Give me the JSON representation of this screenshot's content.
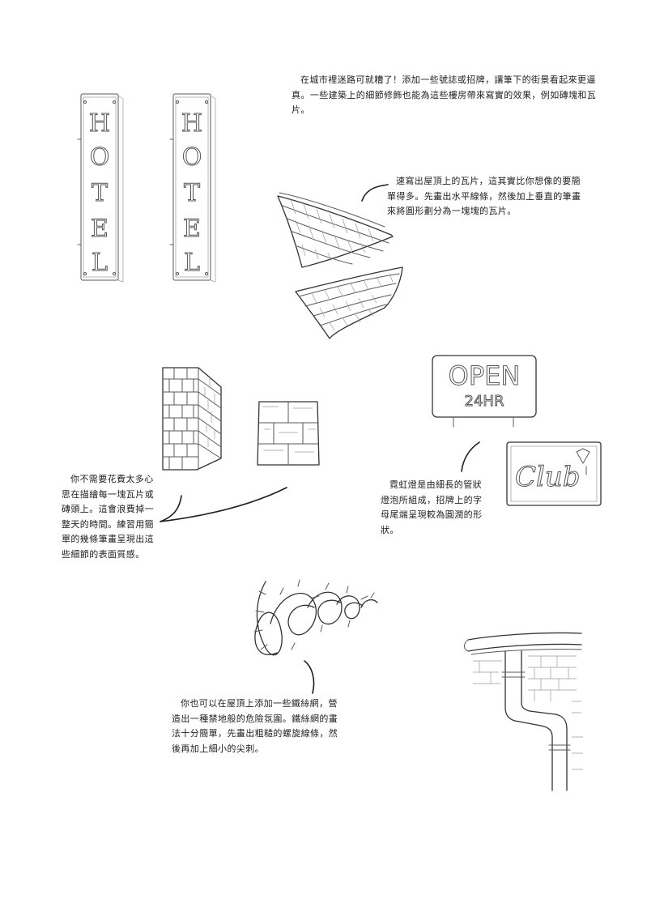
{
  "captions": {
    "intro": "在城市裡迷路可就糟了！添加一些號誌或招牌，讓筆下的街景看起來更逼真。一些建築上的細節修飾也能為這些樓房帶來寫實的效果，例如磚塊和瓦片。",
    "tiles": "速寫出屋頂上的瓦片，這其實比你想像的要簡單得多。先畫出水平線條，然後加上垂直的筆畫來將圓形劃分為一塊塊的瓦片。",
    "bricks": "你不需要花費太多心思在描繪每一塊瓦片或磚頭上。這會浪費掉一整天的時間。練習用簡單的幾條筆畫呈現出這些細節的表面質感。",
    "neon": "霓虹燈是由細長的管狀燈泡所組成，招牌上的字母尾端呈現較為圓潤的形狀。",
    "wire": "你也可以在屋頂上添加一些鐵絲網，營造出一種禁地般的危險氛圍。鐵絲網的畫法十分簡單，先畫出粗糙的螺旋線條，然後再加上細小的尖刺。"
  },
  "signs": {
    "hotel_letters": [
      "H",
      "O",
      "T",
      "E",
      "L"
    ],
    "neon_open": "OPEN",
    "neon_hours": "24HR",
    "neon_club": "Club"
  },
  "icons": {
    "hotel_sign_1": "hotel-sign-icon",
    "hotel_sign_2": "hotel-sign-icon",
    "roof_tiles": "roof-tiles-icon",
    "brick_wall": "brick-wall-icon",
    "neon_sign": "neon-sign-icon",
    "barbed_wire": "barbed-wire-icon",
    "drainpipe": "drainpipe-icon"
  }
}
